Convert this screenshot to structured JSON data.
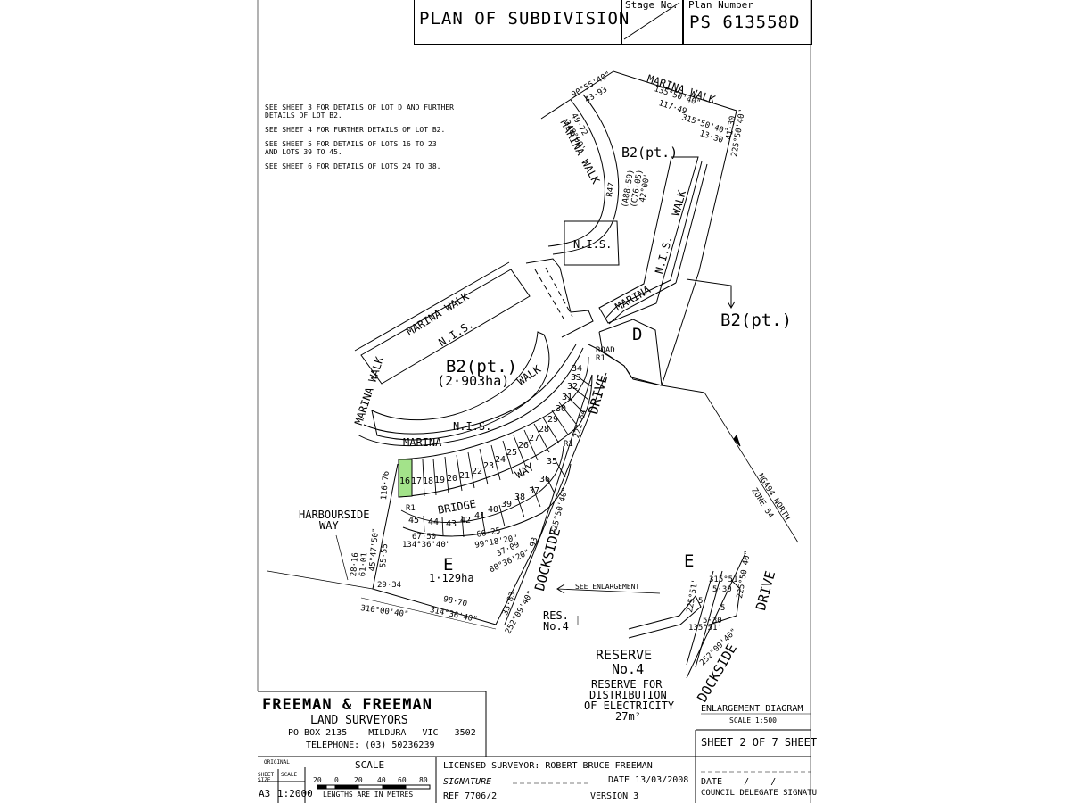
{
  "header": {
    "title": "PLAN OF SUBDIVISION",
    "stage_label": "Stage No.",
    "plan_number_label": "Plan Number",
    "plan_number": "PS 613558D"
  },
  "notes": [
    "SEE SHEET 3 FOR DETAILS OF LOT D AND FURTHER",
    "DETAILS OF LOT B2.",
    "SEE SHEET 4 FOR FURTHER DETAILS OF LOT B2.",
    "SEE SHEET 5 FOR DETAILS OF LOTS 16 TO 23",
    "AND LOTS 39 TO 45.",
    "SEE SHEET 6 FOR DETAILS OF LOTS 24 TO 38."
  ],
  "plan": {
    "marina_walk": "MARINA WALK",
    "marina": "MARINA",
    "walk": "WALK",
    "nis": "N.I.S.",
    "b2pt": "B2(pt.)",
    "b2_area": "(2·903ha)",
    "lot_d": "D",
    "lot_e": "E",
    "e_area": "1·129ha",
    "road_r1": "ROAD R1",
    "r1": "R1",
    "drive": "DRIVE",
    "dockside": "DOCKSIDE",
    "bridge": "BRIDGE",
    "way": "WAY",
    "harbourside": "HARBOURSIDE",
    "harbourside_way": "WAY",
    "res_no4": "RES.",
    "res_no4b": "No.4",
    "see_enlargement": "SEE ENLARGEMENT",
    "mga_north": "MGA94 NORTH",
    "zone": "ZONE 54",
    "highlighted_lot": "16",
    "lots_top": [
      "34",
      "33",
      "32",
      "31",
      "30",
      "29",
      "28",
      "27",
      "26",
      "25",
      "24",
      "23",
      "22",
      "21",
      "20",
      "19",
      "18",
      "17",
      "16"
    ],
    "lots_mid": [
      "35",
      "36",
      "37",
      "38",
      "39",
      "40",
      "41",
      "42",
      "43",
      "44",
      "45"
    ],
    "dims": {
      "d1": "90°55'40\"",
      "d2": "43·93",
      "d3": "135°50'40\"",
      "d4": "117·49",
      "d5": "315°50'40\"",
      "d6": "13·30",
      "d7": "41·30",
      "d8": "225°50'40\"",
      "d9": "49·72",
      "d10": "348°00'",
      "d11": "R47",
      "d12": "(A88·59)",
      "d13": "(C76·05)",
      "d14": "42°00'",
      "d15": "221·64",
      "d16": "225°50'40\"",
      "d17": "116·76",
      "d18": "67·50",
      "d19": "134°36'40\"",
      "d20": "66·25",
      "d21": "99°18'20\"",
      "d22": "37·09",
      "d23": "88°36'20\"",
      "d24": "93",
      "d25": "55·55",
      "d26": "45°47'50\"",
      "d27": "28·16",
      "d28": "61·01",
      "d29": "29·34",
      "d30": "98·70",
      "d31": "310°00'40\"",
      "d32": "314°36'40\"",
      "d33": "33·83",
      "d34": "252°09'40\""
    }
  },
  "enlargement": {
    "e": "E",
    "dims": [
      "315°51'",
      "5·30",
      "225°50'40\"",
      "225°51'",
      "5",
      "5",
      "5·30",
      "135°51'",
      "252°09'40\""
    ],
    "drive": "DRIVE",
    "dockside": "DOCKSIDE",
    "reserve_title": "RESERVE",
    "reserve_no": "No.4",
    "reserve_desc1": "RESERVE FOR",
    "reserve_desc2": "DISTRIBUTION",
    "reserve_desc3": "OF ELECTRICITY",
    "reserve_area": "27m²",
    "diagram_label": "ENLARGEMENT DIAGRAM",
    "scale": "SCALE 1:500"
  },
  "surveyor": {
    "name": "FREEMAN & FREEMAN",
    "type": "LAND SURVEYORS",
    "address": "PO BOX 2135    MILDURA   VIC   3502",
    "phone": "TELEPHONE: (03) 50236239"
  },
  "footer": {
    "original_label": "ORIGINAL",
    "sheet_size_label": "SHEET SIZE",
    "scale_col_label": "SCALE",
    "sheet_size": "A3",
    "scale_value": "1:2000",
    "scale_title": "SCALE",
    "scale_ticks": [
      "20",
      "0",
      "20",
      "40",
      "60",
      "80"
    ],
    "scale_units": "LENGTHS ARE IN METRES",
    "licensed_surveyor": "LICENSED SURVEYOR: ROBERT BRUCE FREEMAN",
    "signature_label": "SIGNATURE",
    "date_label": "DATE 13/03/2008",
    "ref_label": "REF 7706/2",
    "version_label": "VERSION 3",
    "sheet_label": "SHEET 2 OF 7 SHEET",
    "date_field": "DATE    /    /",
    "council_label": "COUNCIL DELEGATE SIGNATU"
  }
}
